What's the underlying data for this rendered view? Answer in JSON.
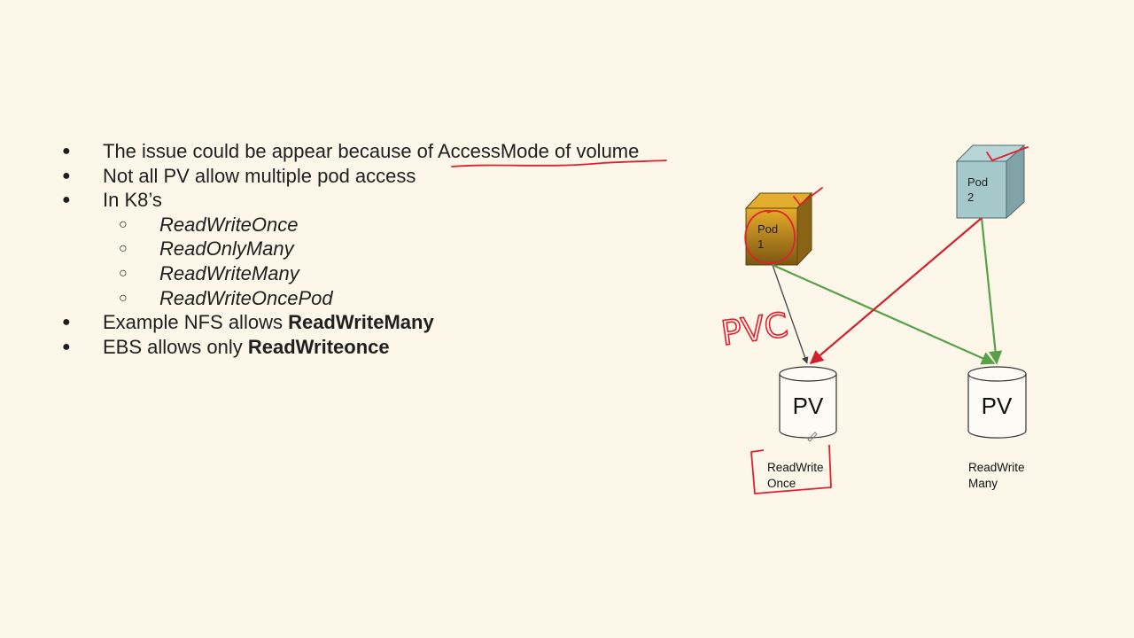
{
  "bullets": {
    "item1_prefix": "The issue could be appear because of ",
    "item1_highlight": "AccessMode of volume",
    "item2": "Not all PV allow multiple pod access",
    "item3": "In K8’s",
    "sub_items": [
      "ReadWriteOnce",
      "ReadOnlyMany",
      "ReadWriteMany",
      "ReadWriteOncePod"
    ],
    "item4_prefix": "Example NFS allows ",
    "item4_bold": "ReadWriteMany",
    "item5_prefix": "EBS allows only ",
    "item5_bold": "ReadWriteonce"
  },
  "diagram": {
    "pod1": {
      "line1": "Pod",
      "line2": "1",
      "color": "#c9961a"
    },
    "pod2": {
      "line1": "Pod",
      "line2": "2",
      "color": "#9fc4c8"
    },
    "pv_left": {
      "label": "PV",
      "mode_line1": "ReadWrite",
      "mode_line2": "Once"
    },
    "pv_right": {
      "label": "PV",
      "mode_line1": "ReadWrite",
      "mode_line2": "Many"
    },
    "annotation": "PVC",
    "colors": {
      "allowed_arrow": "#5aa04a",
      "denied_arrow": "#d0202f",
      "plain_arrow": "#444444",
      "annotation": "#e0202f"
    }
  }
}
